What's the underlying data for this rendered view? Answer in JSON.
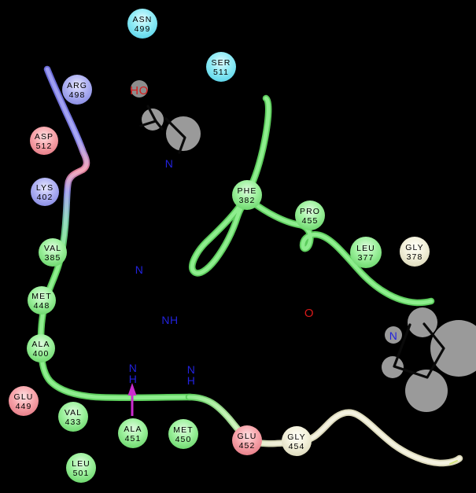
{
  "diagram_type": "protein-ligand interaction diagram",
  "residues": [
    {
      "name": "ASN",
      "num": "499",
      "type": "polar"
    },
    {
      "name": "SER",
      "num": "511",
      "type": "polar"
    },
    {
      "name": "ARG",
      "num": "498",
      "type": "basic"
    },
    {
      "name": "ASP",
      "num": "512",
      "type": "acidic"
    },
    {
      "name": "LYS",
      "num": "402",
      "type": "basic"
    },
    {
      "name": "VAL",
      "num": "385",
      "type": "hydrophobic"
    },
    {
      "name": "MET",
      "num": "448",
      "type": "hydrophobic"
    },
    {
      "name": "ALA",
      "num": "400",
      "type": "hydrophobic"
    },
    {
      "name": "GLU",
      "num": "449",
      "type": "acidic"
    },
    {
      "name": "VAL",
      "num": "433",
      "type": "hydrophobic"
    },
    {
      "name": "LEU",
      "num": "501",
      "type": "hydrophobic"
    },
    {
      "name": "ALA",
      "num": "451",
      "type": "hydrophobic"
    },
    {
      "name": "MET",
      "num": "450",
      "type": "hydrophobic"
    },
    {
      "name": "GLU",
      "num": "452",
      "type": "acidic"
    },
    {
      "name": "GLY",
      "num": "454",
      "type": "glycine"
    },
    {
      "name": "PHE",
      "num": "382",
      "type": "hydrophobic"
    },
    {
      "name": "PRO",
      "num": "455",
      "type": "hydrophobic"
    },
    {
      "name": "LEU",
      "num": "377",
      "type": "hydrophobic"
    },
    {
      "name": "GLY",
      "num": "378",
      "type": "glycine"
    }
  ],
  "atoms": {
    "ho": "HO",
    "n_top": "N",
    "n_mid": "N",
    "nh": "NH",
    "nh_left_n": "N",
    "nh_left_h": "H",
    "nh_right_n": "N",
    "nh_right_h": "H",
    "o": "O",
    "n_right": "N"
  },
  "colors": {
    "background": "#000000",
    "hydrophobic_residue": "#9ff29f",
    "acidic_residue": "#f8a8ae",
    "basic_residue": "#b2b4f4",
    "polar_residue": "#93ecf6",
    "glycine_residue": "#f4f2dd",
    "backbone_green": "#70dc70",
    "backbone_blue": "#8f8fec",
    "backbone_pink": "#f095a8",
    "backbone_cream": "#ebe8d4",
    "hbond_arrow": "#cb2ccf",
    "nitrogen_label": "#2222dd",
    "oxygen_label": "#d81a1a",
    "contact_blob": "#9a9a9a"
  }
}
